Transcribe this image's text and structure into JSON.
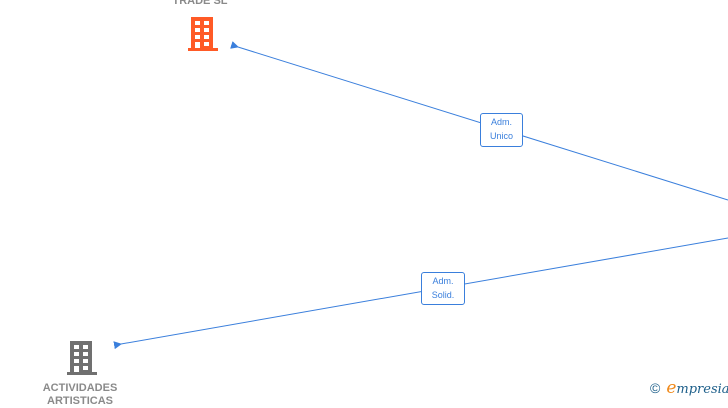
{
  "nodes": [
    {
      "label": "TRADE  SL",
      "icon": "building-icon",
      "color": "#ff5a26"
    },
    {
      "label": "ACTIVIDADES",
      "label2": "ARTISTICAS",
      "icon": "building-icon",
      "color": "#707070"
    }
  ],
  "edges": [
    {
      "label_line1": "Adm.",
      "label_line2": "Unico"
    },
    {
      "label_line1": "Adm.",
      "label_line2": "Solid."
    }
  ],
  "colors": {
    "edge": "#3a7fdc"
  },
  "brand": {
    "copyright": "©",
    "initial": "e",
    "rest": "mpresia"
  }
}
